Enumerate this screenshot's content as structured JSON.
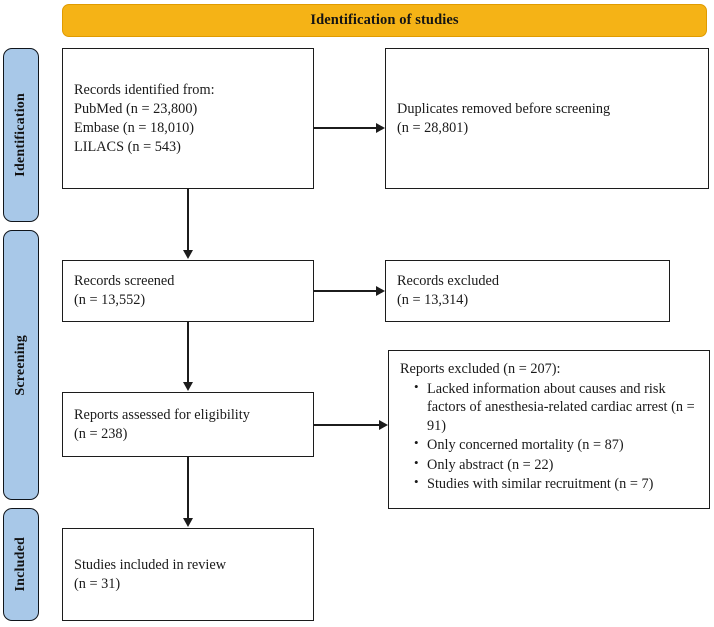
{
  "header": {
    "title": "Identification of studies"
  },
  "phases": [
    {
      "id": "identification",
      "label": "Identification"
    },
    {
      "id": "screening",
      "label": "Screening"
    },
    {
      "id": "included",
      "label": "Included"
    }
  ],
  "boxes": {
    "identified": {
      "text": "Records identified from:\n PubMed (n = 23,800)\n Embase (n = 18,010)\n LILACS  (n = 543)"
    },
    "duplicates": {
      "text": "Duplicates removed before screening\n(n = 28,801)"
    },
    "screened": {
      "text": "Records screened\n(n = 13,552)"
    },
    "records_excluded": {
      "text": "Records excluded\n(n = 13,314)"
    },
    "eligibility": {
      "text": "Reports assessed for eligibility\n(n = 238)"
    },
    "reports_excluded": {
      "title": "Reports excluded (n = 207):",
      "items": [
        "Lacked  information about causes and risk factors of anesthesia-related  cardiac arrest  (n = 91)",
        "Only concerned mortality (n = 87)",
        "Only abstract (n = 22)",
        "Studies with similar recruitment (n = 7)"
      ]
    },
    "included": {
      "text": "Studies included in review\n(n = 31)"
    }
  },
  "colors": {
    "banner": "#F5B316",
    "phase": "#A8C8E8",
    "stroke": "#1c1c1c",
    "background": "#ffffff"
  },
  "connectors": [
    {
      "name": "identified-to-duplicates",
      "type": "horizontal-arrow"
    },
    {
      "name": "identified-to-screened",
      "type": "vertical-arrow"
    },
    {
      "name": "screened-to-records-excluded",
      "type": "horizontal-arrow"
    },
    {
      "name": "screened-to-eligibility",
      "type": "vertical-arrow"
    },
    {
      "name": "eligibility-to-reports-excluded",
      "type": "horizontal-arrow"
    },
    {
      "name": "eligibility-to-included",
      "type": "vertical-arrow"
    }
  ]
}
